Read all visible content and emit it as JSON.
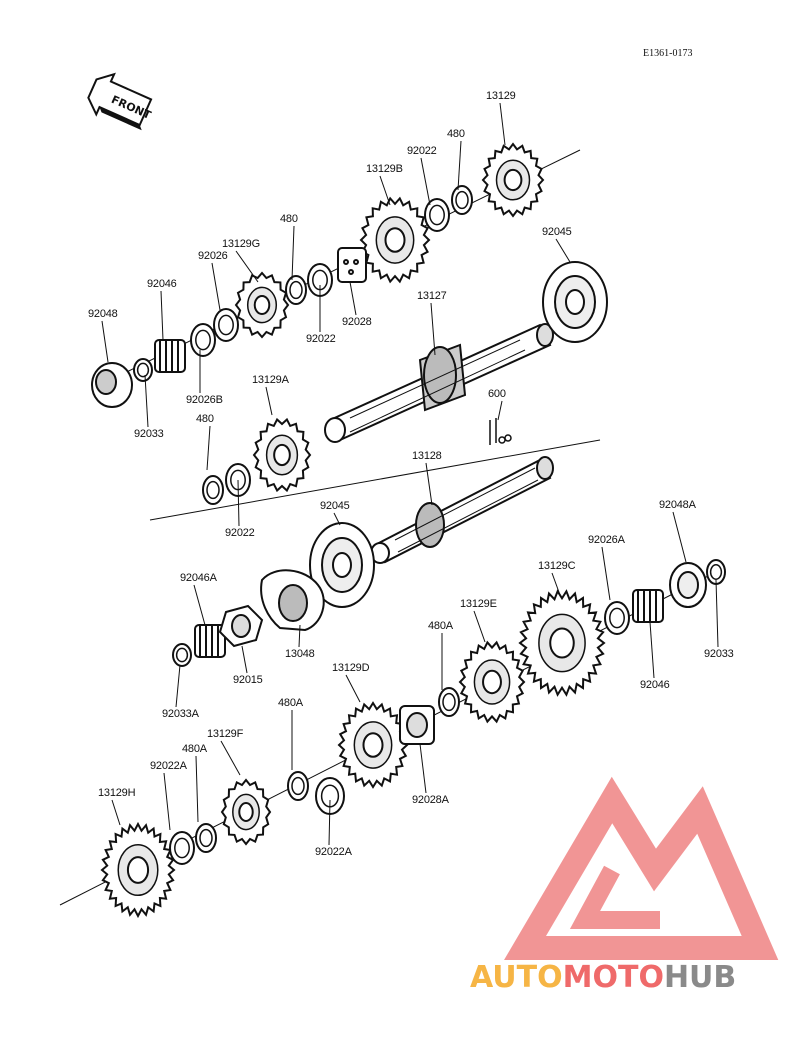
{
  "diagram_code": "E1361-0173",
  "front_label": "FRONT",
  "logo": {
    "part1": "AUTO",
    "part2": "MOTO",
    "part3": "HUB",
    "colors": {
      "part1": "#f6b545",
      "part2": "#ef6a6a",
      "part3": "#8a8a8a"
    }
  },
  "parts": [
    {
      "id": "p_13129",
      "label": "13129"
    },
    {
      "id": "p_480_top",
      "label": "480"
    },
    {
      "id": "p_92022_top",
      "label": "92022"
    },
    {
      "id": "p_13129B",
      "label": "13129B"
    },
    {
      "id": "p_92045_top",
      "label": "92045"
    },
    {
      "id": "p_480_mid",
      "label": "480"
    },
    {
      "id": "p_13129G",
      "label": "13129G"
    },
    {
      "id": "p_92026",
      "label": "92026"
    },
    {
      "id": "p_92046_top",
      "label": "92046"
    },
    {
      "id": "p_92048",
      "label": "92048"
    },
    {
      "id": "p_13127",
      "label": "13127"
    },
    {
      "id": "p_92028",
      "label": "92028"
    },
    {
      "id": "p_92022_mid",
      "label": "92022"
    },
    {
      "id": "p_92026B",
      "label": "92026B"
    },
    {
      "id": "p_92033_top",
      "label": "92033"
    },
    {
      "id": "p_13129A",
      "label": "13129A"
    },
    {
      "id": "p_480_left",
      "label": "480"
    },
    {
      "id": "p_600",
      "label": "600"
    },
    {
      "id": "p_92022_low",
      "label": "92022"
    },
    {
      "id": "p_13128",
      "label": "13128"
    },
    {
      "id": "p_92045_low",
      "label": "92045"
    },
    {
      "id": "p_92048A",
      "label": "92048A"
    },
    {
      "id": "p_92026A",
      "label": "92026A"
    },
    {
      "id": "p_13129C",
      "label": "13129C"
    },
    {
      "id": "p_92046A",
      "label": "92046A"
    },
    {
      "id": "p_13129E",
      "label": "13129E"
    },
    {
      "id": "p_480A_r",
      "label": "480A"
    },
    {
      "id": "p_92033_right",
      "label": "92033"
    },
    {
      "id": "p_13048",
      "label": "13048"
    },
    {
      "id": "p_92015",
      "label": "92015"
    },
    {
      "id": "p_92046_low",
      "label": "92046"
    },
    {
      "id": "p_13129D",
      "label": "13129D"
    },
    {
      "id": "p_92033A",
      "label": "92033A"
    },
    {
      "id": "p_480A_m",
      "label": "480A"
    },
    {
      "id": "p_13129F",
      "label": "13129F"
    },
    {
      "id": "p_92022A_l",
      "label": "92022A"
    },
    {
      "id": "p_480A_l",
      "label": "480A"
    },
    {
      "id": "p_13129H",
      "label": "13129H"
    },
    {
      "id": "p_92028A",
      "label": "92028A"
    },
    {
      "id": "p_92022A_r",
      "label": "92022A"
    }
  ]
}
